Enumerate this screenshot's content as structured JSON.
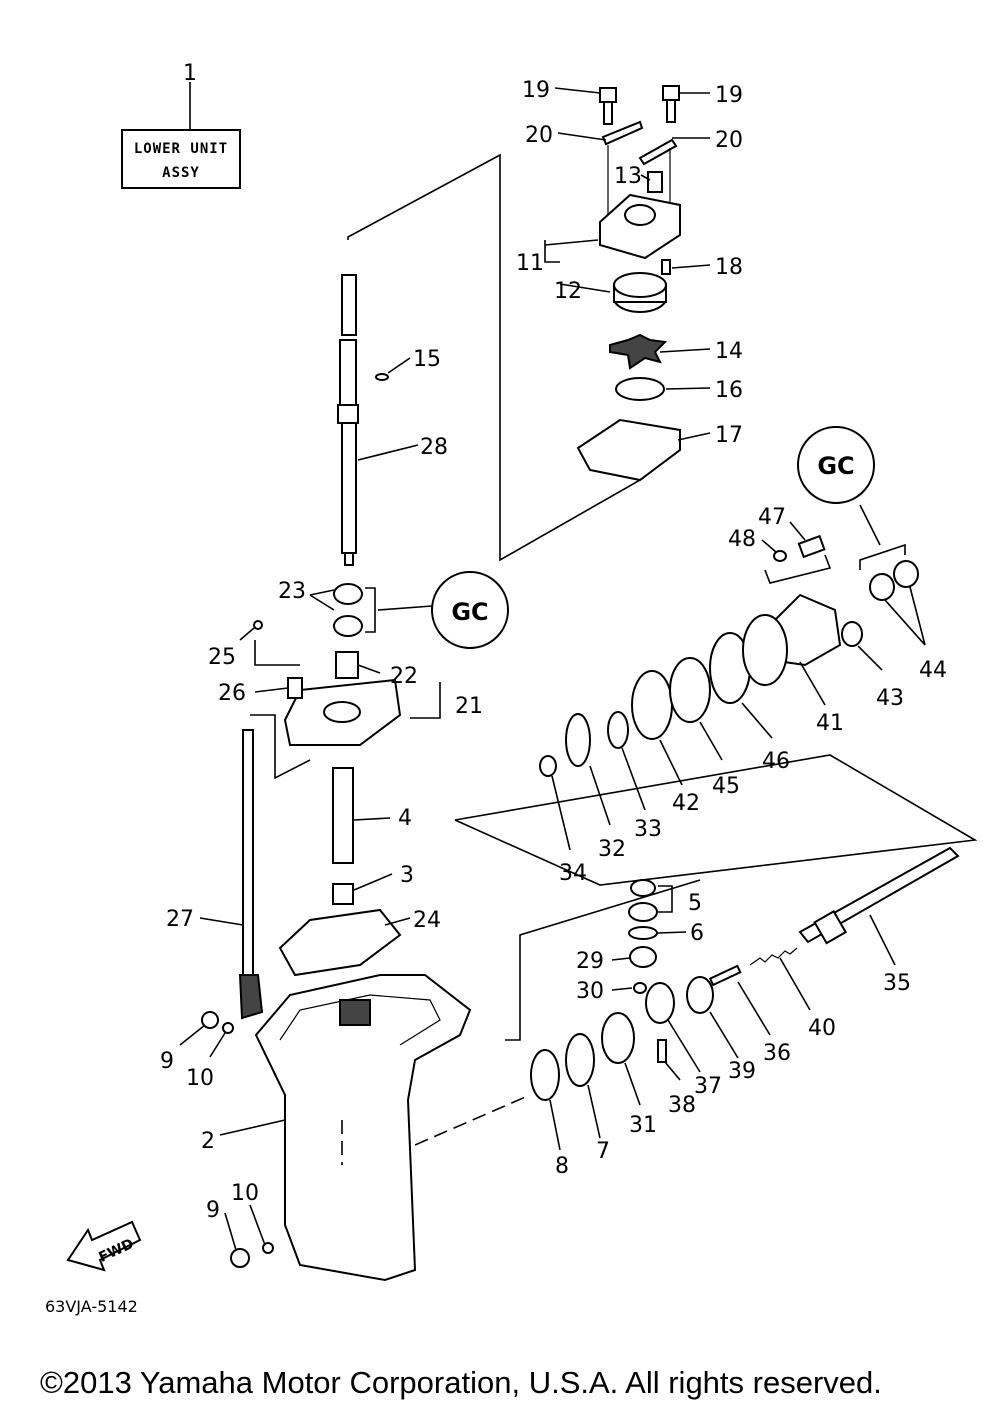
{
  "box_label": {
    "line1": "LOWER UNIT",
    "line2": "ASSY"
  },
  "labels": {
    "p1": "1",
    "p2": "2",
    "p3": "3",
    "p4": "4",
    "p5": "5",
    "p6": "6",
    "p7": "7",
    "p8": "8",
    "p9a": "9",
    "p9b": "9",
    "p10a": "10",
    "p10b": "10",
    "p11": "11",
    "p12": "12",
    "p13": "13",
    "p14": "14",
    "p15": "15",
    "p16": "16",
    "p17": "17",
    "p18": "18",
    "p19a": "19",
    "p19b": "19",
    "p20a": "20",
    "p20b": "20",
    "p21": "21",
    "p22": "22",
    "p23": "23",
    "p24": "24",
    "p25": "25",
    "p26": "26",
    "p27": "27",
    "p28": "28",
    "p29": "29",
    "p30": "30",
    "p31": "31",
    "p32": "32",
    "p33": "33",
    "p34": "34",
    "p35": "35",
    "p36": "36",
    "p37": "37",
    "p38": "38",
    "p39": "39",
    "p40": "40",
    "p41": "41",
    "p42": "42",
    "p43": "43",
    "p44": "44",
    "p45": "45",
    "p46": "46",
    "p47": "47",
    "p48": "48"
  },
  "fwd_label": "FWD",
  "diagram_code": "63VJA-5142",
  "copyright": "©2013 Yamaha Motor Corporation, U.S.A. All rights reserved."
}
